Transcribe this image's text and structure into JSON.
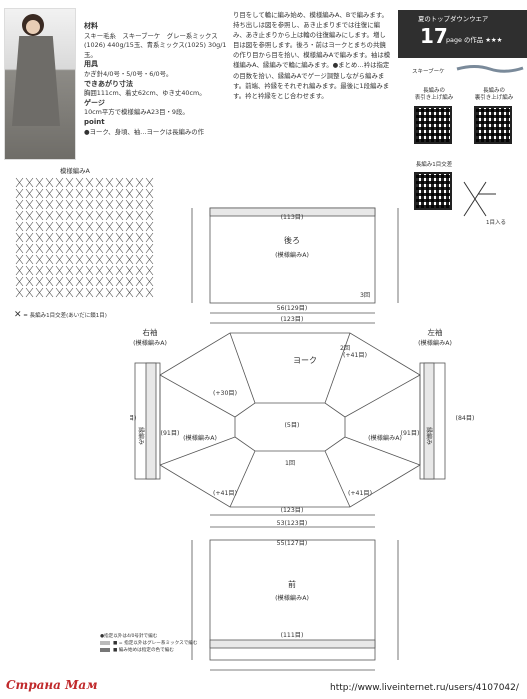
{
  "materials": {
    "title": "材料",
    "yarn": "スキー毛糸　スキーブーケ　グレー系ミックス(1026) 440g/15玉、青系ミックス(1025) 30g/1玉。",
    "tools_title": "用具",
    "tools": "かぎ針4/0号・5/0号・6/0号。",
    "size_title": "できあがり寸法",
    "size": "胸囲111cm、着丈62cm、ゆき丈40cm。",
    "gauge_title": "ゲージ",
    "gauge": "10cm平方で模様編みA23目・9段。",
    "point_title": "point",
    "point": "●ヨーク、身頃、袖…ヨークは長編みの作"
  },
  "instructions": "り目をして輪に編み始め、模様編みA、Bで編みます。持ち出しは図を参照し、あき止まりまでは往復に編み、あき止まりから上は輪の往復編みにします。増し目は図を参照します。後ろ・前はヨークとまちの共鏡の作り目から目を拾い、模様編みAで編みます。袖は模様編みA、縁編みで輪に編みます。●まとめ…衿は指定の目数を拾い、縁編みAでゲージ調整しながら編みます。前端、衿縁をそれぞれ編みます。最後に1段編みます。衿と衿縁をとじ合わせます。",
  "banner": {
    "subtitle": "夏のトップダウンウエア",
    "number": "17",
    "page_label": "page の作品 ★★★"
  },
  "yarn_label": "スキーブーケ",
  "qr": [
    {
      "label": "長編みの\n表引き上げ編み"
    },
    {
      "label": "長編みの\n裏引き上げ編み"
    },
    {
      "label": "長編み1目交差"
    }
  ],
  "qr_note": "1目入る",
  "diagram": {
    "stitch_title": "模様編みA",
    "legend": "= 長編み1目交差(あいだに鎖1目)",
    "back": "後ろ",
    "back_sub": "(模様編みA)",
    "back_rows": "3回",
    "front": "前",
    "front_sub": "(模様編みA)",
    "yoke": "ヨーク",
    "yoke_rows": "2回",
    "yoke_row1": "1回",
    "sleeve_right": "右袖",
    "sleeve_left": "左袖",
    "sleeve_sub": "(模様編みA)",
    "pattern_a": "(模様編みA)",
    "edging": "縁編み",
    "dims": [
      "(113目)",
      "56(129目)",
      "(123目)",
      "(123目)",
      "53(123目)",
      "55(127目)",
      "(111目)",
      "(5目)",
      "(+41目)",
      "(+30目)",
      "(91目)",
      "(84目)"
    ]
  },
  "footnotes": [
    "●指定以外は4/0号針で編む",
    "■ = 指定以外はグレー系ミックスで編む",
    "■ 編み始めは指定の色で編む"
  ],
  "watermark": "Страна Мам",
  "url": "http://www.liveinternet.ru/users/4107042/",
  "colors": {
    "dark": "#2f2f2f",
    "line": "#555555",
    "blue": "#3a6ea5"
  }
}
